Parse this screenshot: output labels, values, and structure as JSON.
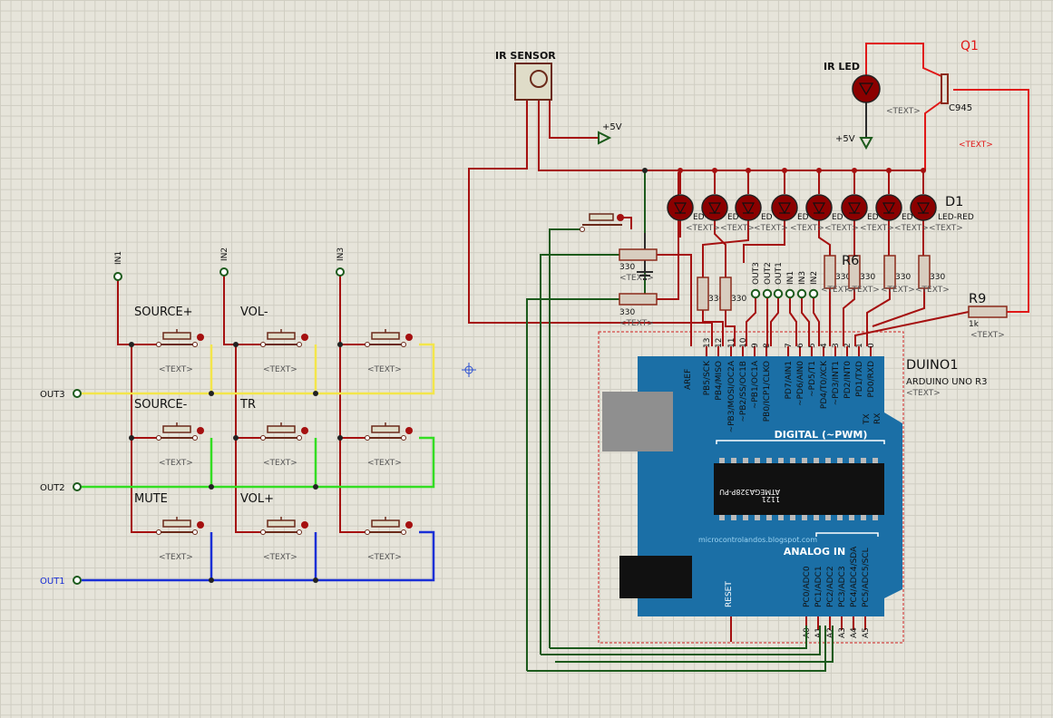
{
  "components": {
    "ir_sensor": {
      "label": "IR SENSOR",
      "supply": "+5V"
    },
    "ir_led": {
      "label": "IR LED",
      "text": "<TEXT>",
      "supply": "+5V"
    },
    "transistor": {
      "ref": "Q1",
      "part": "C945",
      "text": "<TEXT>"
    },
    "led_bank": {
      "ref": "D1",
      "part": "LED-RED",
      "fragment": "ED",
      "text": "<TEXT>"
    },
    "resistors": {
      "r6": {
        "ref": "R6",
        "value": "330",
        "text": "<TEXT>"
      },
      "r9": {
        "ref": "R9",
        "value": "1k",
        "text": "<TEXT>"
      },
      "value_330": "330",
      "text_tag": "<TEXT>"
    },
    "arduino": {
      "ref": "DUINO1",
      "model": "ARDUINO UNO R3",
      "text": "<TEXT>",
      "digital_label": "DIGITAL (~PWM)",
      "analog_label": "ANALOG IN",
      "website": "microcontrolandos.blogspot.com",
      "chip_marking": "ATMEGA328P-PU",
      "chip_code": "1121",
      "aref": "AREF",
      "reset": "RESET",
      "tx": "TX",
      "rx": "RX",
      "digital_pin_numbers": [
        "13",
        "12",
        "11",
        "10",
        "9",
        "8",
        "7",
        "6",
        "5",
        "4",
        "3",
        "2",
        "1",
        "0"
      ],
      "digital_pin_names": [
        "PB5/SCK",
        "PB4/MISO",
        "~PB3/MOSI/OC2A",
        "~PB2/SS/OC1B",
        "~PB1/OC1A",
        "PB0/ICP1/CLKO",
        "PD7/AIN1",
        "~PD6/AIN0",
        "~PD5/T1",
        "PD4/T0/XCK",
        "~PD3/INT1",
        "PD2/INT0",
        "PD1/TXD",
        "PD0/RXD"
      ],
      "analog_pin_numbers": [
        "A0",
        "A1",
        "A2",
        "A3",
        "A4",
        "A5"
      ],
      "analog_pin_names": [
        "PC0/ADC0",
        "PC1/ADC1",
        "PC2/ADC2",
        "PC3/ADC3",
        "PC4/ADC4/SDA",
        "PC5/ADC5/SCL"
      ]
    },
    "terminals": [
      "OUT3",
      "OUT2",
      "OUT1",
      "IN1",
      "IN3",
      "IN2"
    ]
  },
  "keypad": {
    "inputs": [
      "IN1",
      "IN2",
      "IN3"
    ],
    "outputs": [
      "OUT3",
      "OUT2",
      "OUT1"
    ],
    "labels": [
      "SOURCE+",
      "VOL-",
      "SOURCE-",
      "TR",
      "MUTE",
      "VOL+"
    ],
    "text_tag": "<TEXT>"
  },
  "wire_colors": {
    "red": "#a51010",
    "green": "#1c5a1c",
    "bright_red": "#e01818",
    "yellow": "#f3e64a",
    "light_green": "#33dd22",
    "blue": "#1a2fd6",
    "board": "#1b6fa6"
  }
}
